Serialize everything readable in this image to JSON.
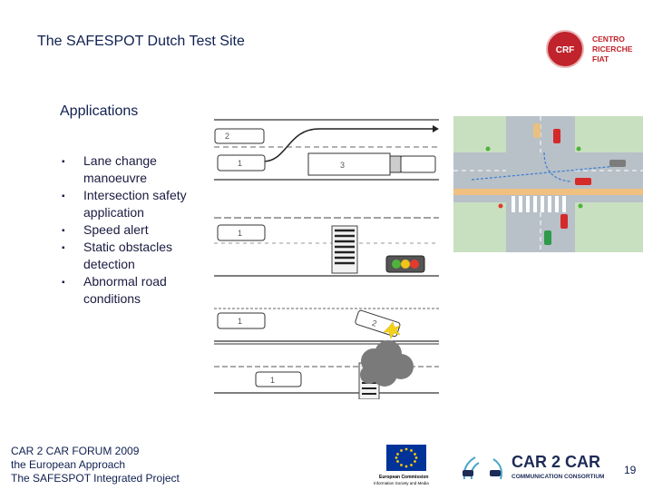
{
  "slide": {
    "title": "The SAFESPOT Dutch Test Site",
    "subtitle": "Applications",
    "bullets": [
      "Lane change manoeuvre",
      "Intersection safety application",
      "Speed alert",
      "Static obstacles detection",
      "Abnormal road conditions"
    ],
    "bullet_marker": "▪"
  },
  "logos": {
    "crf_badge": "CRF",
    "crf_lines": [
      "CENTRO",
      "RICERCHE",
      "FIAT"
    ],
    "eu_text_1": "European Commission",
    "eu_text_2": "Information Society and Media",
    "c2c_brand": "CAR 2 CAR",
    "c2c_sub": "COMMUNICATION CONSORTIUM"
  },
  "diagram": {
    "vehicle_labels": [
      "2",
      "1",
      "3",
      "1",
      "1",
      "2",
      "1"
    ]
  },
  "footer": {
    "event": "CAR 2 CAR FORUM 2009",
    "line1": "the European Approach",
    "line2": "The SAFESPOT Integrated Project",
    "page_number": "19"
  },
  "colors": {
    "title_text": "#102050",
    "crf_red": "#c0232b",
    "eu_blue": "#003399",
    "eu_gold": "#ffcc00",
    "c2c_navy": "#1d2b57",
    "c2c_teal": "#4aa6c8",
    "traffic_red": "#e23b2e",
    "traffic_yellow": "#f2c318",
    "traffic_green": "#4fb33b"
  }
}
